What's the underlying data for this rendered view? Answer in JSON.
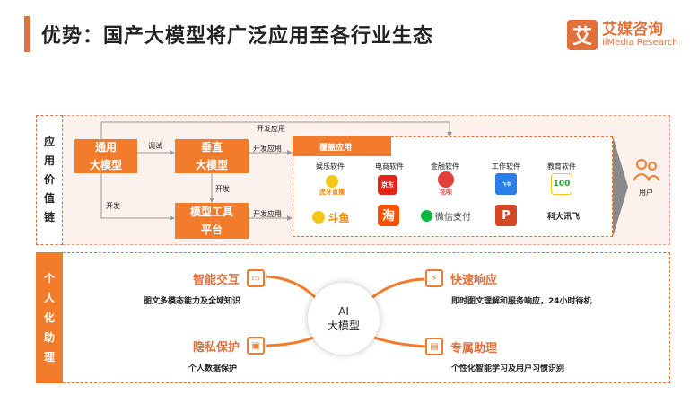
{
  "header": {
    "title": "优势：国产大模型将广泛应用至各行业生态",
    "logo_mark": "艾",
    "logo_cn": "艾媒咨询",
    "logo_en": "iiMedia Research"
  },
  "value_chain": {
    "side_label": [
      "应",
      "用",
      "价",
      "值",
      "链"
    ],
    "general_model": [
      "通用",
      "大模型"
    ],
    "vertical_model": [
      "垂直",
      "大模型"
    ],
    "tool_platform": [
      "模型工具",
      "平台"
    ],
    "edge_debug": "调试",
    "edge_develop_1": "开发",
    "edge_develop_2": "开发",
    "edge_top": "开发应用",
    "edge_app_1": "开发应用",
    "edge_app_2": "开发应用",
    "cover_label": "覆盖应用",
    "categories": [
      "娱乐软件",
      "电商软件",
      "金融软件",
      "工作软件",
      "教育软件"
    ],
    "apps": {
      "huya": "虎牙直播",
      "douyu": "斗鱼",
      "jd": "京东",
      "taobao": "淘",
      "huabei": "花呗",
      "wechat_pay": "微信支付",
      "feishu": "飞书",
      "ppt": "P",
      "edu100": "100",
      "iflytek": "科大讯飞"
    },
    "user_label": "用户"
  },
  "assistant": {
    "side_label": [
      "个",
      "人",
      "化",
      "助",
      "理"
    ],
    "center": [
      "AI",
      "大模型"
    ],
    "features": [
      {
        "title": "智能交互",
        "desc": "图文多模态能力及全域知识"
      },
      {
        "title": "快速响应",
        "desc": "即时图文理解和服务响应，24小时待机"
      },
      {
        "title": "隐私保护",
        "desc": "个人数据保护"
      },
      {
        "title": "专属助理",
        "desc": "个性化智能学习及用户习惯识别"
      }
    ]
  },
  "colors": {
    "accent": "#f27c2c",
    "title_bar": "#e2703a",
    "panel_bg": "#fdf1ec"
  }
}
